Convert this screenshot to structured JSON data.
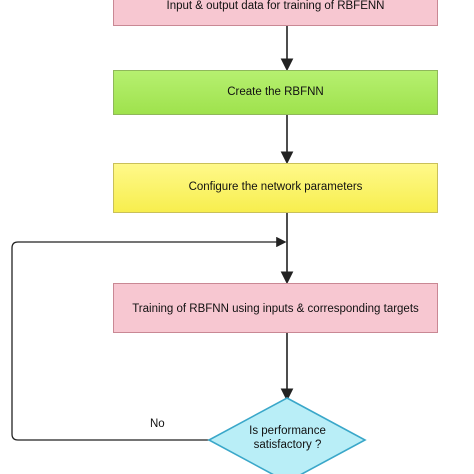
{
  "flowchart": {
    "top_box": "Input & output data for training of RBFENN",
    "create_box": "Create the RBFNN",
    "configure_box": "Configure the network parameters",
    "training_box": "Training of RBFNN using inputs & corresponding targets",
    "decision": "Is performance satisfactory ?",
    "no_label": "No"
  },
  "colors": {
    "pink_box": "#f7c7d1",
    "green_box": "#9fe24d",
    "yellow_box": "#f7ee4e",
    "decision_fill": "#b9eef7",
    "decision_border": "#3aa7c9",
    "arrow": "#222222"
  }
}
